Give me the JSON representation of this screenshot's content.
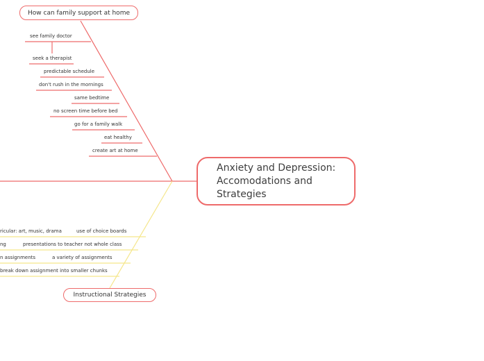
{
  "central": {
    "label": "Anxiety and Depression:\nAccomodations and Strategies"
  },
  "family": {
    "label": "How can family support at home",
    "items": [
      "see family doctor",
      "seek a therapist",
      "predictable schedule",
      "don't rush in the mornings",
      "same bedtime",
      "no screen time before bed",
      "go for a family walk",
      "eat healthy",
      "create art at home"
    ]
  },
  "instructional": {
    "label": "Instructional Strategies",
    "items": [
      "use of choice boards",
      "ricular: art, music, drama",
      "presentations to teacher not whole class",
      "ng",
      "a variety of assignments",
      "n assignments",
      "break down assignment into smaller chunks"
    ]
  },
  "colors": {
    "family_branch": "#ee6a6a",
    "instructional_branch": "#f5e68a"
  }
}
